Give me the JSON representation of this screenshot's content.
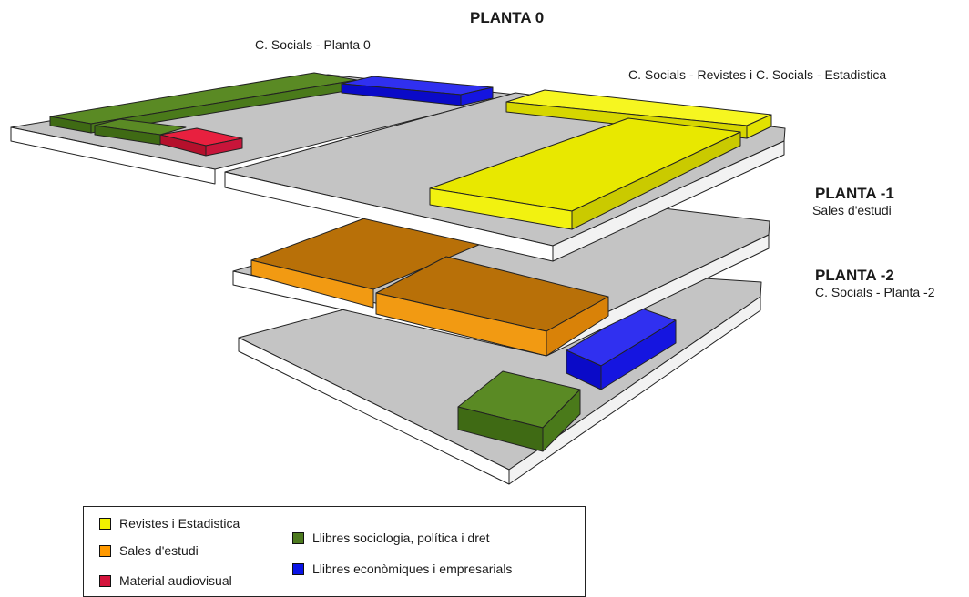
{
  "labels": {
    "planta0_title": "PLANTA 0",
    "planta0_sub": "C. Socials - Planta 0",
    "planta0_right": "C. Socials - Revistes i C. Socials - Estadistica",
    "planta_m1_title": "PLANTA -1",
    "planta_m1_sub": "Sales d'estudi",
    "planta_m2_title": "PLANTA -2",
    "planta_m2_sub": "C. Socials - Planta -2"
  },
  "legend": [
    {
      "label": "Revistes i Estadistica",
      "color": "#f2f200"
    },
    {
      "label": "Sales d'estudi",
      "color": "#ff9900"
    },
    {
      "label": "Material audiovisual",
      "color": "#d4143c"
    },
    {
      "label": "Llibres sociologia,  política i dret",
      "color": "#4d7a1f"
    },
    {
      "label": "Llibres econòmiques i empresarials",
      "color": "#0a14e6"
    }
  ],
  "colors": {
    "slab_top": "#c4c4c4",
    "slab_edge": "#ffffff",
    "yellow": "#e8e800",
    "orange": "#f0900a",
    "red": "#d4143c",
    "green": "#4d7a1f",
    "blue": "#1010d8"
  }
}
